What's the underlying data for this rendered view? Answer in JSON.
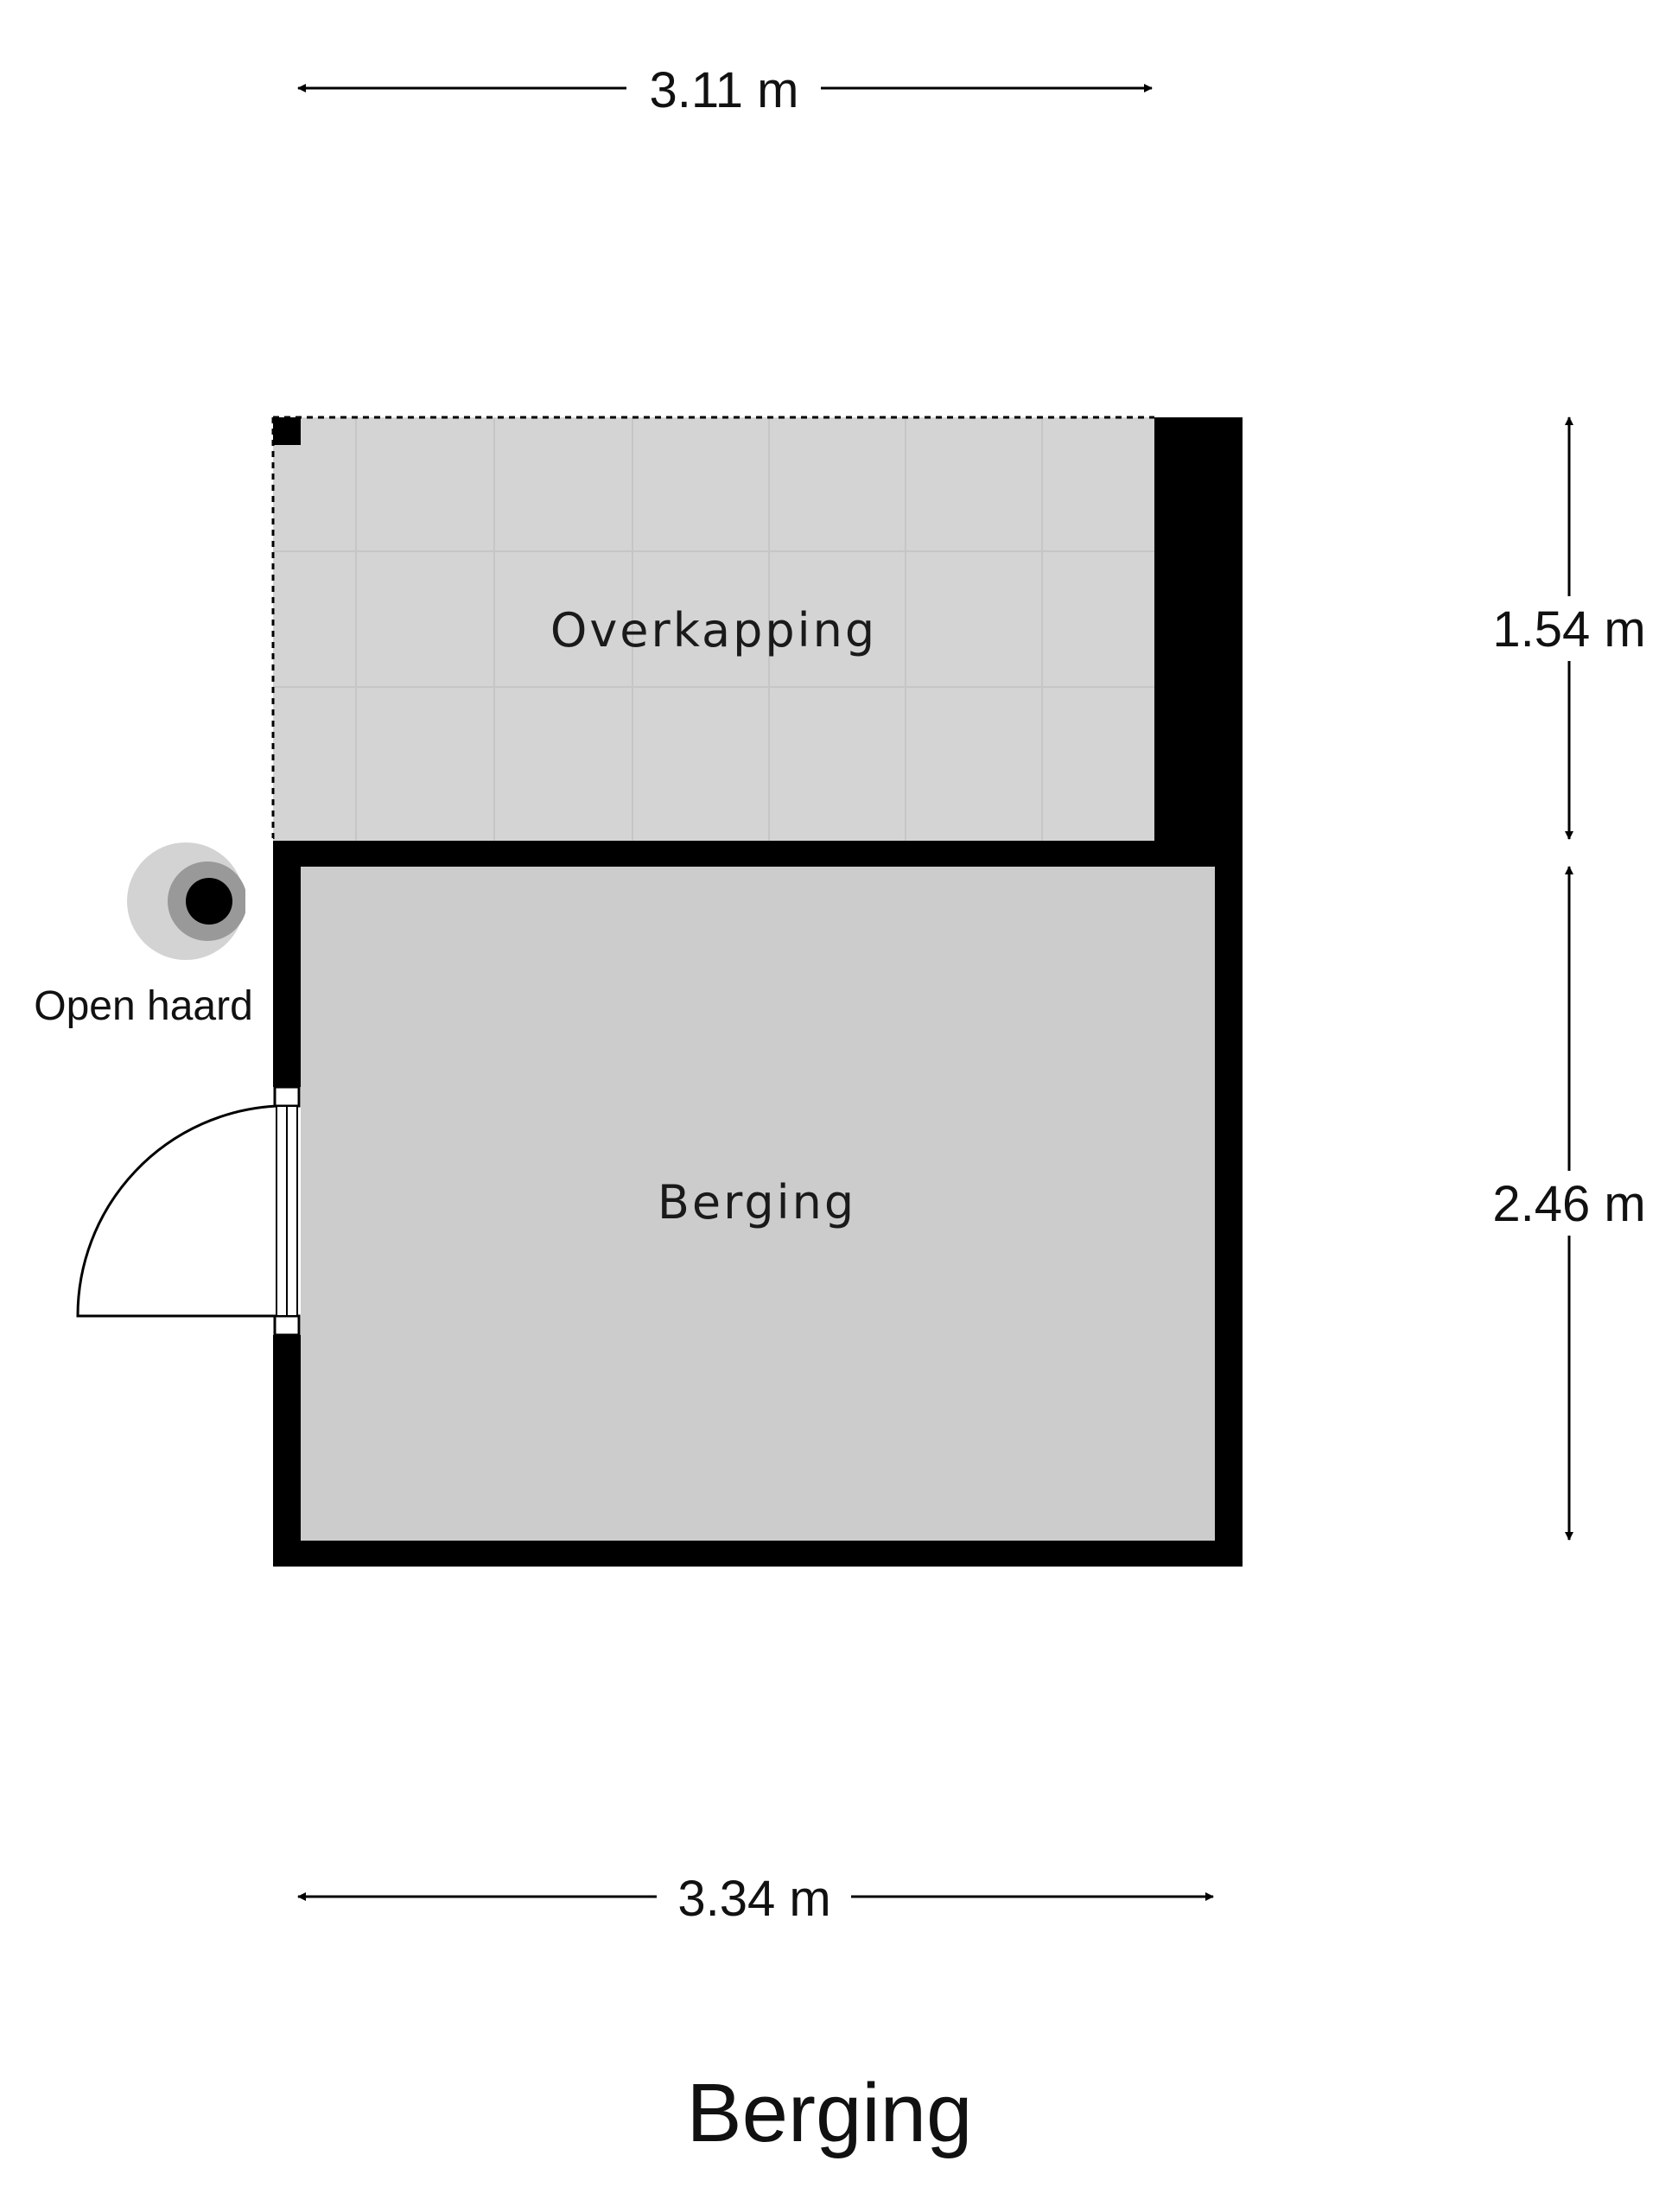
{
  "floor_title": "Berging",
  "rooms": {
    "overkapping": "Overkapping",
    "berging": "Berging"
  },
  "fixtures": {
    "fireplace": "Open haard"
  },
  "dimensions": {
    "top_width": "3.11 m",
    "bottom_width": "3.34 m",
    "right_upper_height": "1.54 m",
    "right_lower_height": "2.46 m"
  },
  "colors": {
    "wall": "#000000",
    "berging_floor": "#cccccc",
    "overkapping_floor": "#d4d4d4",
    "tile_line": "#c6c6c6"
  }
}
